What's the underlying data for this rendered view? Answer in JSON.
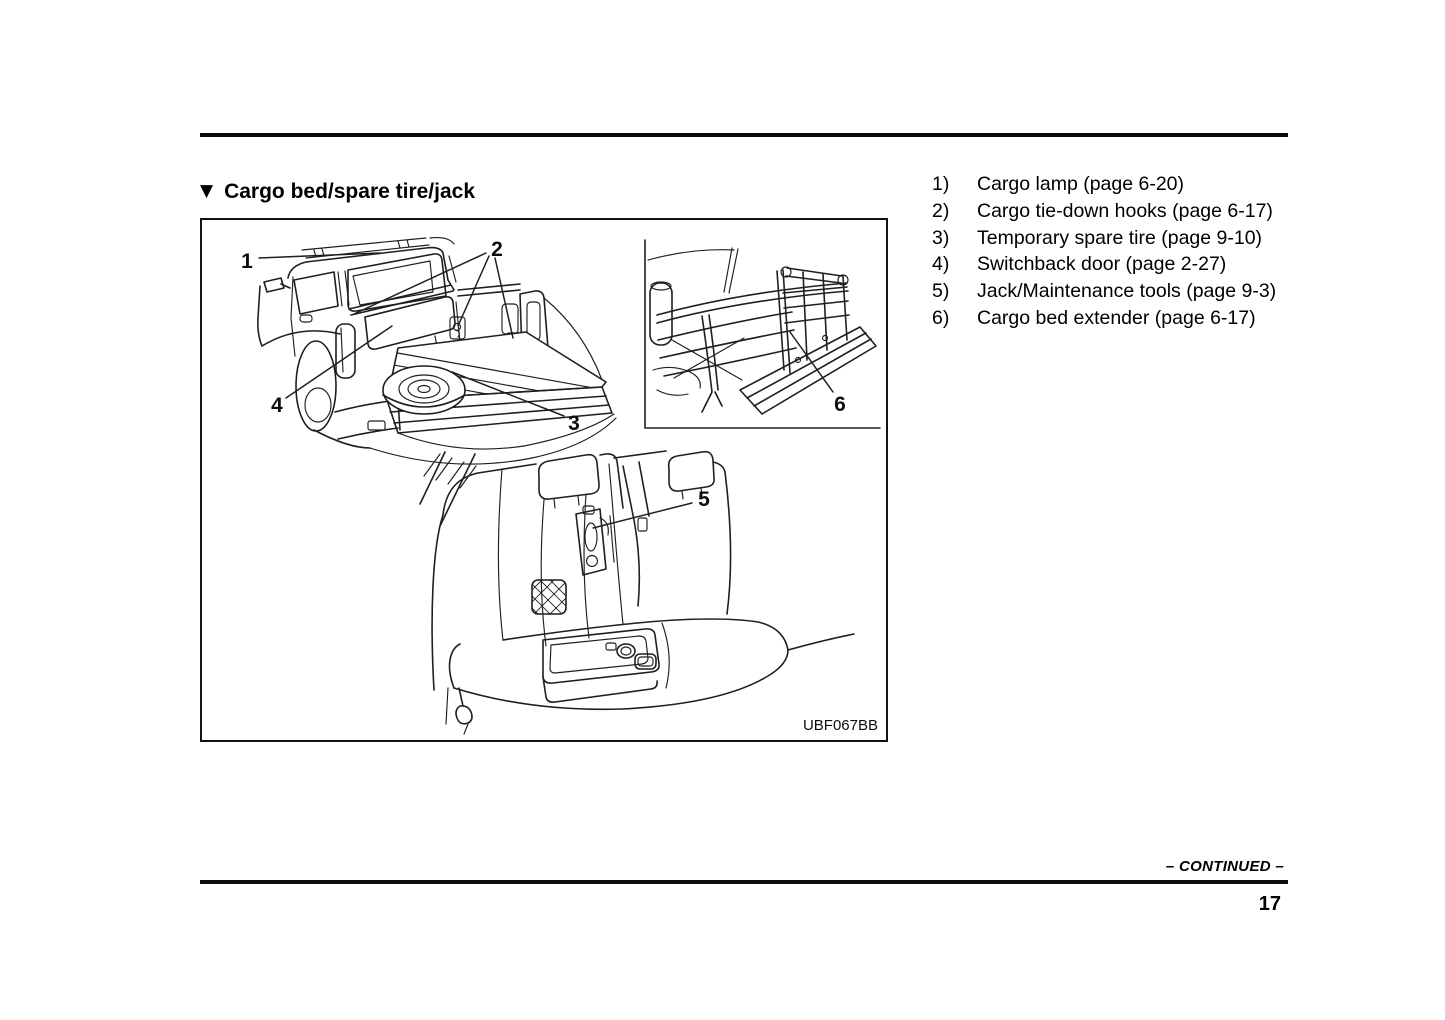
{
  "page": {
    "number": "17",
    "continued_label": "– CONTINUED –"
  },
  "section": {
    "marker": "▼",
    "title": "Cargo bed/spare tire/jack"
  },
  "figure": {
    "code": "UBF067BB",
    "callouts": [
      "1",
      "2",
      "3",
      "4",
      "5",
      "6"
    ]
  },
  "parts_list": [
    {
      "num": "1)",
      "text": "Cargo lamp (page 6-20)"
    },
    {
      "num": "2)",
      "text": "Cargo tie-down hooks (page 6-17)"
    },
    {
      "num": "3)",
      "text": "Temporary spare tire (page 9-10)"
    },
    {
      "num": "4)",
      "text": "Switchback door (page 2-27)"
    },
    {
      "num": "5)",
      "text": "Jack/Maintenance tools (page 9-3)"
    },
    {
      "num": "6)",
      "text": "Cargo bed extender (page 6-17)"
    }
  ]
}
